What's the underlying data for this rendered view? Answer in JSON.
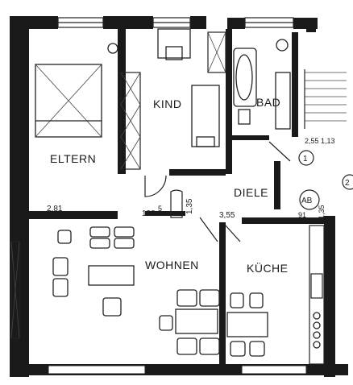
{
  "rooms": {
    "eltern": "ELTERN",
    "kind": "KIND",
    "bad": "BAD",
    "diele": "DIELE",
    "wohnen": "WOHNEN",
    "kueche": "KÜCHE"
  },
  "dimensions": {
    "d1": "2,81",
    "d2": "188",
    "d2_sup": "5",
    "d3": "1,35",
    "d4": "3,55",
    "d5": "2,55",
    "d6": "1,35",
    "d7": "91",
    "d8": "2,55 1,13"
  },
  "markers": {
    "m1": "1",
    "m2": "2",
    "ab": "AB"
  }
}
